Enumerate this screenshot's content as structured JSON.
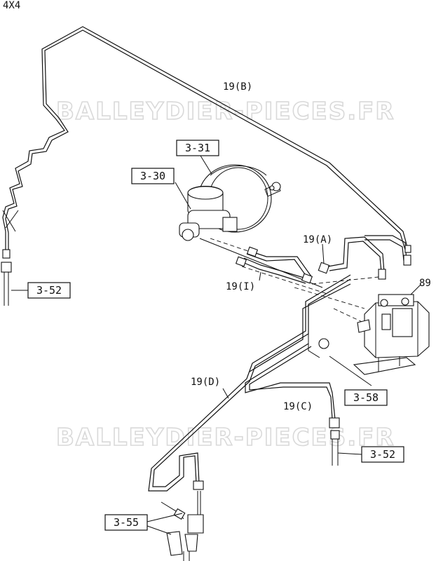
{
  "header": {
    "variant": "4X4"
  },
  "watermarks": [
    "BALLEYDIER-PIECES.FR",
    "BALLEYDIER-PIECES.FR"
  ],
  "parts": {
    "pipe_19b": "19(B)",
    "pipe_19a": "19(A)",
    "pipe_19i": "19(I)",
    "pipe_19d": "19(D)",
    "pipe_19c": "19(C)",
    "unit_89": "89"
  },
  "references": {
    "ref_3_31": "3-31",
    "ref_3_30": "3-30",
    "ref_3_52_left": "3-52",
    "ref_3_58": "3-58",
    "ref_3_52_right": "3-52",
    "ref_3_55": "3-55"
  }
}
